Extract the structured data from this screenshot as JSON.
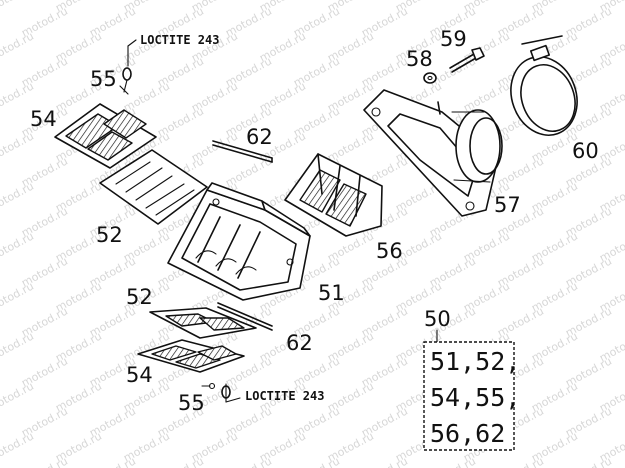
{
  "watermark_text": "motod.ru",
  "labels": {
    "p50": "50",
    "p51": "51",
    "p52_top": "52",
    "p52_bottom": "52",
    "p54_top": "54",
    "p54_bottom": "54",
    "p55_top": "55",
    "p55_bottom": "55",
    "p56": "56",
    "p57": "57",
    "p58": "58",
    "p59": "59",
    "p60": "60",
    "p62_top": "62",
    "p62_bottom": "62"
  },
  "loctite_top": "LOCTITE 243",
  "loctite_bottom": "LOCTITE 243",
  "kit_contents": [
    "51,52,",
    "54,55,",
    "56,62"
  ]
}
